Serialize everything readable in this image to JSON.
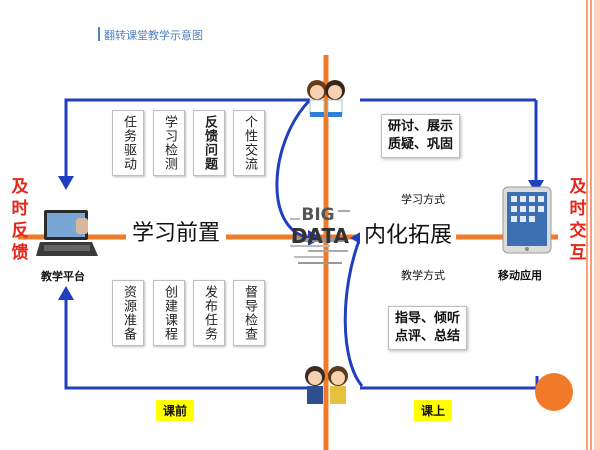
{
  "title": "翻转课堂教学示意图",
  "left_cards": [
    {
      "text": "任务驱动",
      "bold": false
    },
    {
      "text": "学习检测",
      "bold": false
    },
    {
      "text": "反馈问题",
      "bold": true
    },
    {
      "text": "个性交流",
      "bold": false
    },
    {
      "text": "资源准备",
      "bold": false
    },
    {
      "text": "创建课程",
      "bold": false
    },
    {
      "text": "发布任务",
      "bold": false
    },
    {
      "text": "督导检查",
      "bold": false
    }
  ],
  "center_left": "学习前置",
  "center_right": "内化拓展",
  "big_data_logo": "BIG DATA",
  "learning_mode": "学习方式",
  "teaching_mode": "教学方式",
  "top_right_box": [
    "研讨、展示",
    "质疑、巩固"
  ],
  "bottom_right_box": [
    "指导、倾听",
    "点评、总结"
  ],
  "left_side": [
    "及",
    "时",
    "反",
    "馈"
  ],
  "right_side": [
    "及",
    "时",
    "交",
    "互"
  ],
  "left_device_label": "教学平台",
  "right_device_label": "移动应用",
  "bottom_left_tag": "课前",
  "bottom_right_tag": "课上",
  "colors": {
    "orange": "#f07a28",
    "blue": "#1f3fbf",
    "red": "#e8251a",
    "yellow": "#ffff00",
    "stripe": "#f4a07a"
  },
  "icons": [
    "laptop-icon",
    "tablet-icon",
    "students-icon",
    "teachers-icon",
    "big-data-wordcloud",
    "orange-circle"
  ]
}
